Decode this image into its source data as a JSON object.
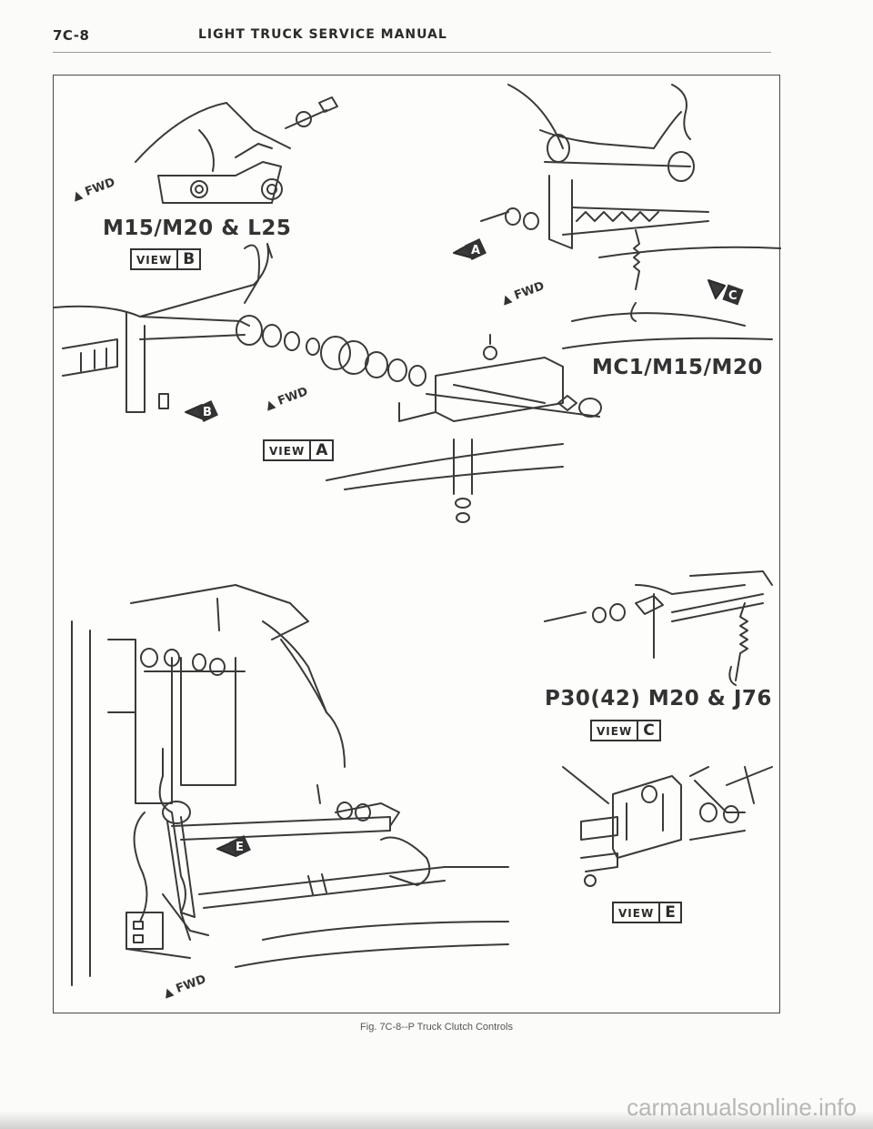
{
  "header": {
    "page_number": "7C-8",
    "manual_title": "LIGHT TRUCK SERVICE MANUAL"
  },
  "figure": {
    "labels": {
      "model_b": "M15/M20 & L25",
      "model_a": "MC1/M15/M20",
      "model_c": "P30(42) M20 & J76"
    },
    "fwd": "FWD",
    "view_word": "VIEW",
    "views": [
      "A",
      "B",
      "C",
      "E"
    ],
    "callouts": [
      "A",
      "B",
      "C",
      "E"
    ]
  },
  "caption": "Fig. 7C-8--P Truck Clutch Controls",
  "watermark": "carmanualsonline.info"
}
